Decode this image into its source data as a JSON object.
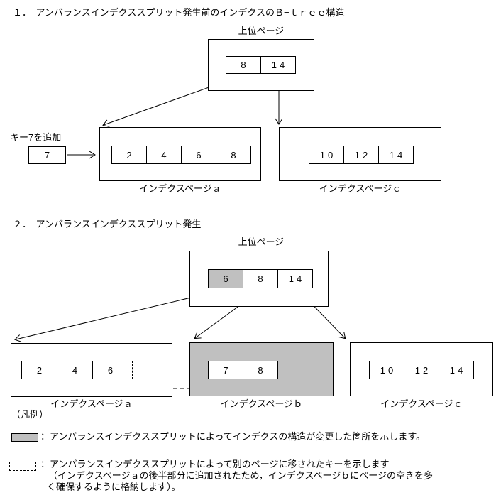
{
  "colors": {
    "highlight": "#c0c0c0",
    "line": "#000000",
    "background": "#ffffff"
  },
  "section1": {
    "title": "１．　アンバランスインデクススプリット発生前のインデクスのＢ−ｔｒｅｅ構造",
    "upper_page_label": "上位ページ",
    "top_page_cells": [
      "8",
      "14"
    ],
    "key_add_label": "キー7を追加",
    "key_add_value": "7",
    "page_a": {
      "cells": [
        "2",
        "4",
        "6",
        "8"
      ],
      "label": "インデクスページａ"
    },
    "page_c": {
      "cells": [
        "10",
        "12",
        "14"
      ],
      "label": "インデクスページｃ"
    }
  },
  "section2": {
    "title": "２．　アンバランスインデクススプリット発生",
    "upper_page_label": "上位ページ",
    "top_page_cells": [
      "6",
      "8",
      "14"
    ],
    "highlighted_top_cell": "6",
    "page_a": {
      "cells": [
        "2",
        "4",
        "6"
      ],
      "label": "インデクスページａ"
    },
    "page_b": {
      "cells": [
        "7",
        "8"
      ],
      "label": "インデクスページｂ"
    },
    "page_c": {
      "cells": [
        "10",
        "12",
        "14"
      ],
      "label": "インデクスページｃ"
    }
  },
  "legend": {
    "heading": "（凡例）",
    "gray_item_text": "：アンバランスインデクススプリットによってインデクスの構造が変更した箇所を示します。",
    "dashed_item_line1": "：アンバランスインデクススプリットによって別のページに移されたキーを示します",
    "dashed_item_line2": "（インデクスページａの後半部分に追加されたため，インデクスページｂにページの空きを多",
    "dashed_item_line3": "く確保するように格納します）。"
  }
}
